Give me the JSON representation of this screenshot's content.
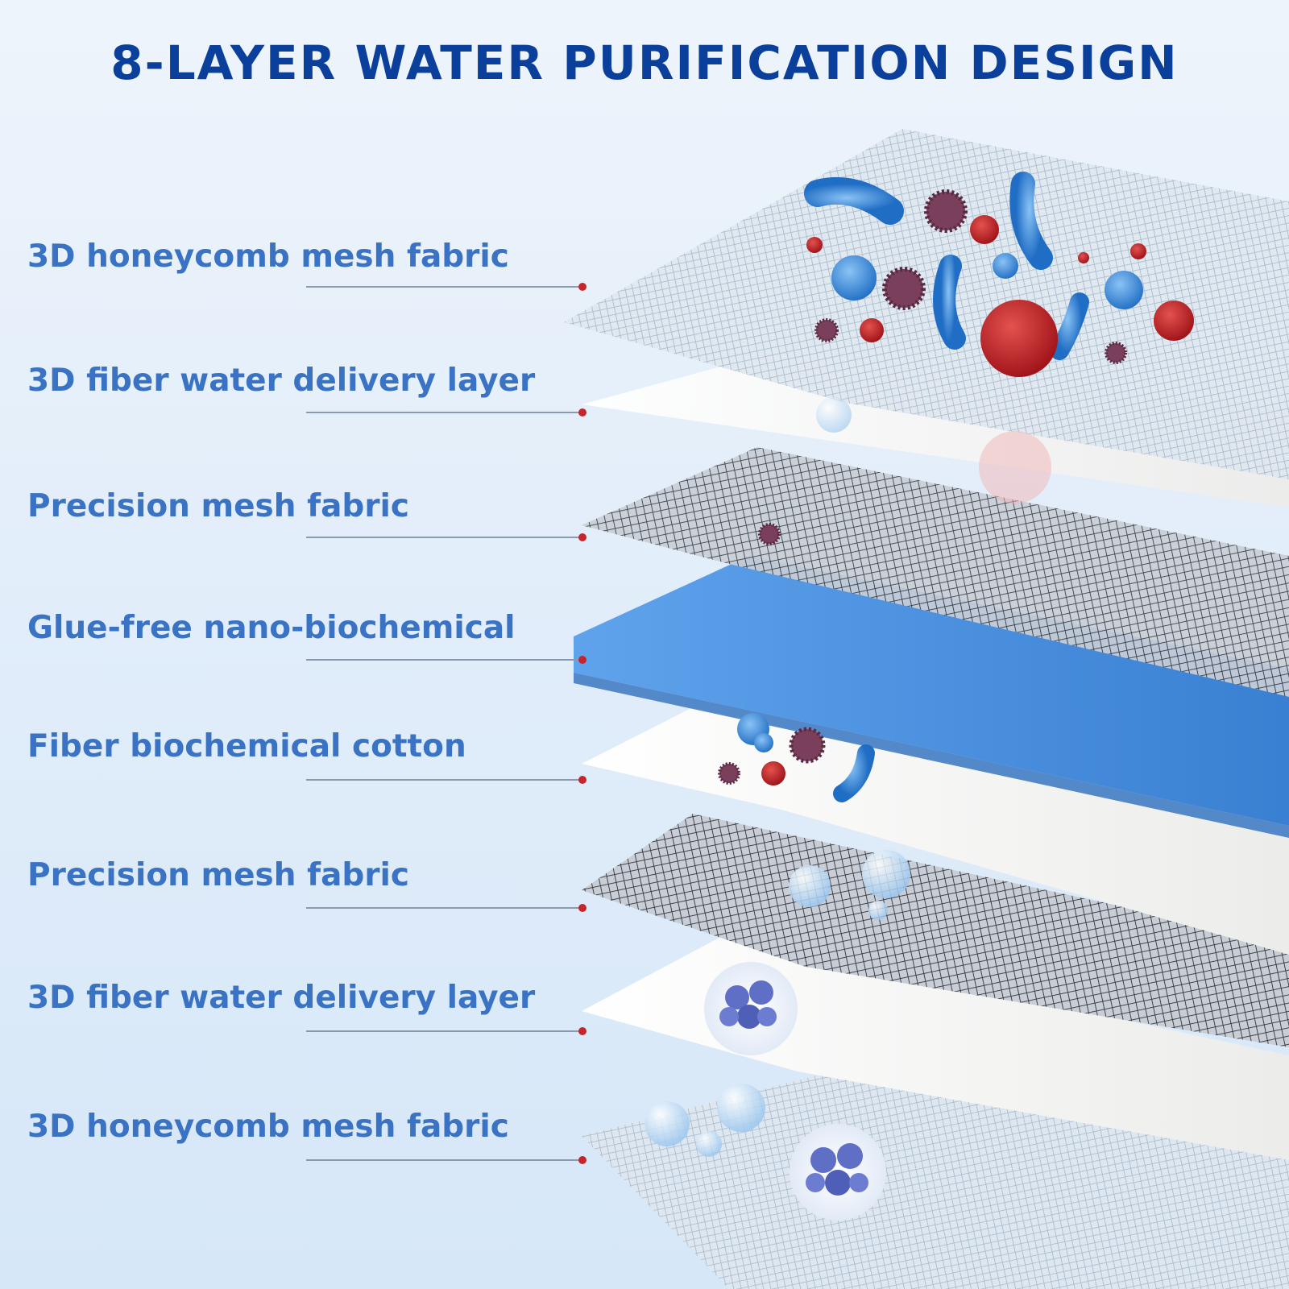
{
  "title": "8-LAYER WATER PURIFICATION DESIGN",
  "layers": [
    {
      "label": "3D honeycomb mesh fabric"
    },
    {
      "label": "3D fiber water delivery layer"
    },
    {
      "label": "Precision mesh fabric"
    },
    {
      "label": "Glue-free nano-biochemical"
    },
    {
      "label": "Fiber biochemical cotton"
    },
    {
      "label": "Precision mesh fabric"
    },
    {
      "label": "3D fiber water delivery layer"
    },
    {
      "label": "3D honeycomb mesh fabric"
    }
  ],
  "colors": {
    "title": "#0b3f9c",
    "label": "#3a72c4",
    "leader_dot": "#c8242b",
    "blue_layer": "#4a8fdc",
    "dark_mesh": "#3a3f48",
    "light_mesh": "#a9bccf",
    "white_layer": "#f6f6f4"
  },
  "icons": [
    "bacteria-icon",
    "virus-icon",
    "red-cell-icon",
    "water-molecule-icon",
    "cell-cluster-icon"
  ]
}
